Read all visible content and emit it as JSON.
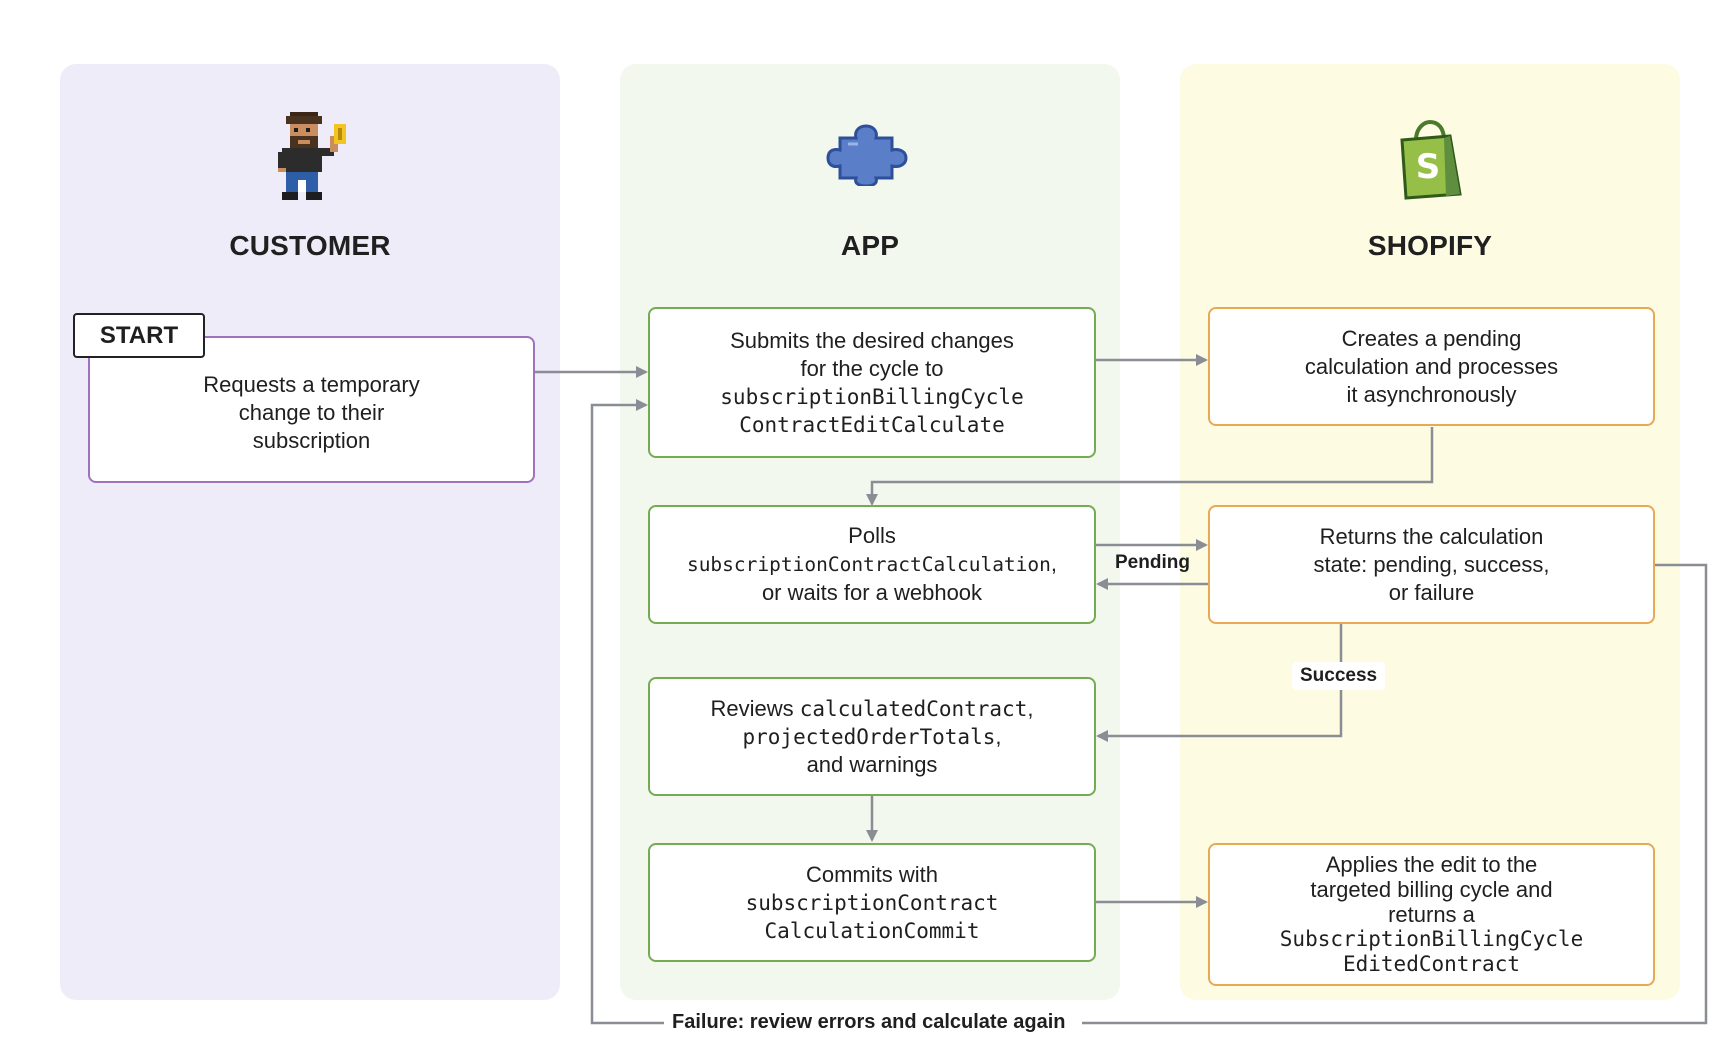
{
  "lanes": {
    "customer": {
      "title": "CUSTOMER",
      "icon": "pixel-person-icon"
    },
    "app": {
      "title": "APP",
      "icon": "puzzle-piece-icon"
    },
    "shopify": {
      "title": "SHOPIFY",
      "icon": "shopify-bag-icon"
    }
  },
  "start_label": "START",
  "customer_box": {
    "lines": [
      "Requests a temporary",
      "change to their",
      "subscription"
    ]
  },
  "app_boxes": {
    "submit": {
      "line1": "Submits the desired changes",
      "line2": "for the cycle to",
      "code1": "subscriptionBillingCycle",
      "code2": "ContractEditCalculate"
    },
    "poll": {
      "line1": "Polls",
      "code1": "subscriptionContractCalculation",
      "code1_suffix": ",",
      "line2": "or waits for a webhook"
    },
    "review": {
      "prefix": "Reviews ",
      "code1": "calculatedContract",
      "code1_suffix": ",",
      "code2": "projectedOrderTotals",
      "code2_suffix": ",",
      "line3": "and warnings"
    },
    "commit": {
      "line1": "Commits with",
      "code1": "subscriptionContract",
      "code2": "CalculationCommit"
    }
  },
  "shopify_boxes": {
    "create": {
      "lines": [
        "Creates a pending",
        "calculation and processes",
        "it asynchronously"
      ]
    },
    "state": {
      "lines": [
        "Returns the calculation",
        "state: pending, success,",
        "or failure"
      ]
    },
    "apply": {
      "line1": "Applies the edit to the",
      "line2": "targeted billing cycle and",
      "line3": "returns a",
      "code1": "SubscriptionBillingCycle",
      "code2": "EditedContract"
    }
  },
  "edge_labels": {
    "pending": "Pending",
    "success": "Success",
    "failure": "Failure: review errors and calculate again"
  },
  "colors": {
    "customer_lane": "#efecf9",
    "app_lane": "#f2f8ee",
    "shopify_lane": "#fdfbe2",
    "customer_border": "#a071bd",
    "app_border": "#74ab53",
    "shopify_border": "#e8a955",
    "arrow": "#8a8d94"
  }
}
